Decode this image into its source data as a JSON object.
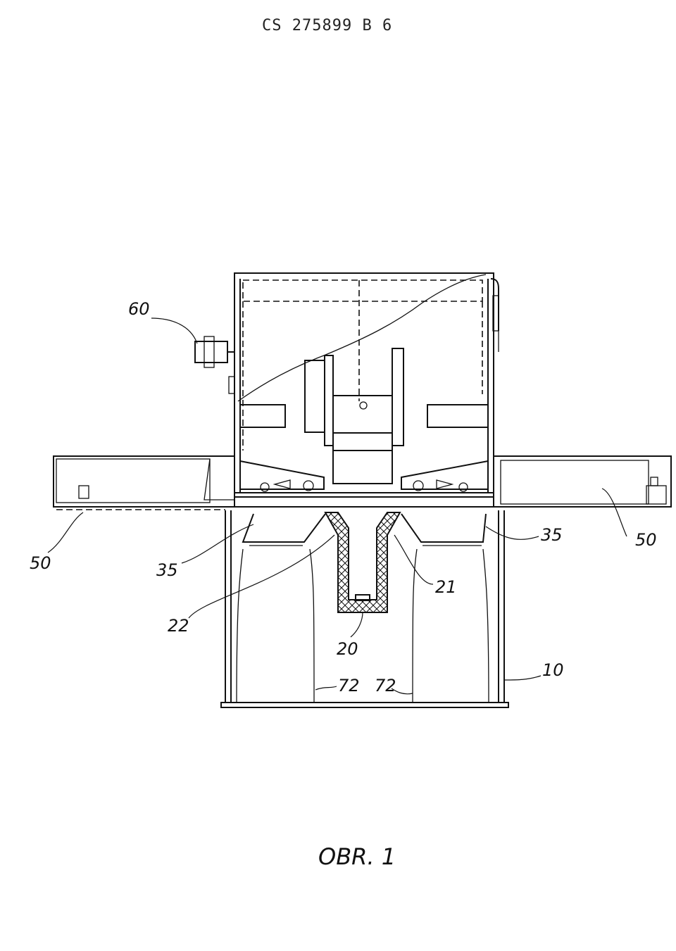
{
  "header": {
    "doc_number": "CS 275899 B 6"
  },
  "figure": {
    "caption": "OBR. 1"
  },
  "refs": {
    "r60": "60",
    "r50_left": "50",
    "r50_right": "50",
    "r35_left": "35",
    "r35_right": "35",
    "r22": "22",
    "r21": "21",
    "r20": "20",
    "r72_left": "72",
    "r72_right": "72",
    "r10": "10"
  }
}
